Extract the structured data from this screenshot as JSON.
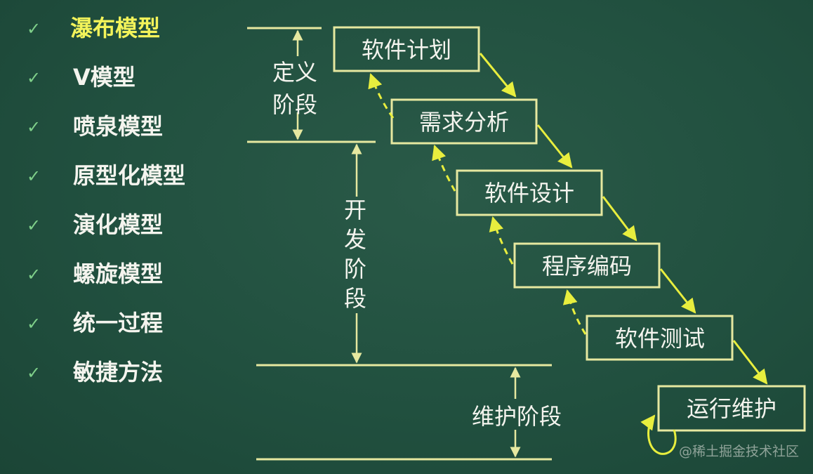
{
  "models": [
    {
      "label": "瀑布模型",
      "active": true
    },
    {
      "label": "V模型",
      "active": false
    },
    {
      "label": "喷泉模型",
      "active": false
    },
    {
      "label": "原型化模型",
      "active": false
    },
    {
      "label": "演化模型",
      "active": false
    },
    {
      "label": "螺旋模型",
      "active": false
    },
    {
      "label": "统一过程",
      "active": false
    },
    {
      "label": "敏捷方法",
      "active": false
    }
  ],
  "check_icon": "checkmark-icon",
  "phases": {
    "define_line1": "定义",
    "define_line2": "阶段",
    "develop_chars": [
      "开",
      "发",
      "阶",
      "段"
    ],
    "maintain": "维护阶段"
  },
  "stages": [
    "软件计划",
    "需求分析",
    "软件设计",
    "程序编码",
    "软件测试",
    "运行维护"
  ],
  "watermark": "@稀土掘金技术社区",
  "colors": {
    "background": "#21503f",
    "line": "#e6e8a0",
    "arrow": "#e8ee3e",
    "highlight": "#f3f35a",
    "check": "#7fd08a"
  }
}
